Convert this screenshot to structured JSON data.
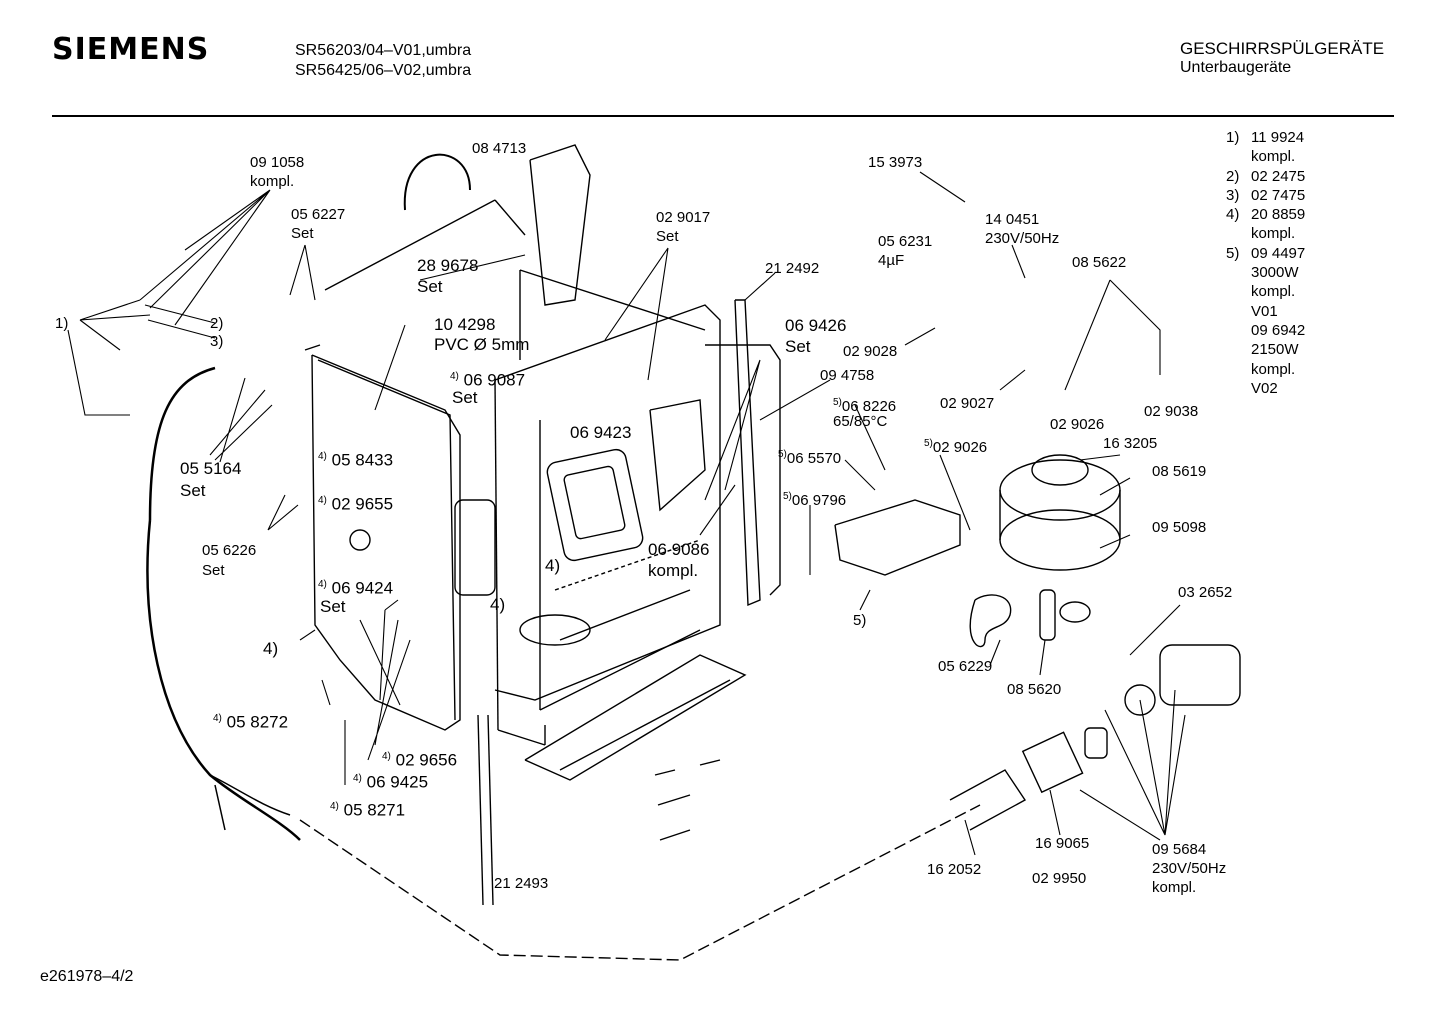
{
  "header": {
    "brand": "SIEMENS",
    "model_lines": [
      "SR56203/04–V01,umbra",
      "SR56425/06–V02,umbra"
    ],
    "category_title": "GESCHIRRSPÜLGERÄTE",
    "category_subtitle": "Unterbaugeräte"
  },
  "footer": {
    "code": "e261978–4/2"
  },
  "notes": [
    {
      "num": "1)",
      "lines": [
        "11 9924",
        "kompl."
      ]
    },
    {
      "num": "2)",
      "lines": [
        "02 2475"
      ]
    },
    {
      "num": "3)",
      "lines": [
        "02 7475"
      ]
    },
    {
      "num": "4)",
      "lines": [
        "20 8859",
        "kompl."
      ]
    },
    {
      "num": "5)",
      "lines": [
        "09 4497",
        "3000W",
        "kompl.",
        "V01",
        "09 6942",
        "2150W",
        "kompl.",
        "V02"
      ]
    }
  ],
  "parts": {
    "p091058": "09 1058",
    "kompl_a": "kompl.",
    "p056227": "05 6227",
    "set_a": "Set",
    "p084713": "08 4713",
    "p289678": "28 9678",
    "set_b": "Set",
    "p104298": "10 4298",
    "pvc": "PVC Ø 5mm",
    "p069087": "06 9087",
    "set_c": "Set",
    "p029017": "02 9017",
    "set_d": "Set",
    "p212492": "21 2492",
    "p153973": "15 3973",
    "p056231": "05 6231",
    "uf": "4µF",
    "p140451": "14 0451",
    "v230a": "230V/50Hz",
    "p085622": "08 5622",
    "p069426": "06 9426",
    "set_e": "Set",
    "p029028": "02 9028",
    "p094758": "09 4758",
    "p068226": "06 8226",
    "temp": "65/85°C",
    "p029027": "02 9027",
    "p029026a": "02 9026",
    "p029038": "02 9038",
    "p069423": "06 9423",
    "p058433": "05 8433",
    "p029655": "02 9655",
    "p055164": "05 5164",
    "set_f": "Set",
    "p056226": "05 6226",
    "set_g": "Set",
    "p069424": "06 9424",
    "set_h": "Set",
    "p058272": "05 8272",
    "p029656": "02 9656",
    "p069425": "06 9425",
    "p058271": "05 8271",
    "p069086": "06 9086",
    "kompl_b": "kompl.",
    "p065570": "06 5570",
    "p029026b": "02 9026",
    "p163205": "16 3205",
    "p085619": "08 5619",
    "p069796": "06 9796",
    "p095098": "09 5098",
    "p032652": "03 2652",
    "p056229": "05 6229",
    "p085620": "08 5620",
    "p169065": "16 9065",
    "p162052": "16 2052",
    "p029950": "02 9950",
    "p095684": "09 5684",
    "v230b": "230V/50Hz",
    "kompl_c": "kompl.",
    "p212493": "21 2493",
    "r1": "1)",
    "r2": "2)",
    "r3": "3)",
    "r4": "4)",
    "r5": "5)"
  }
}
